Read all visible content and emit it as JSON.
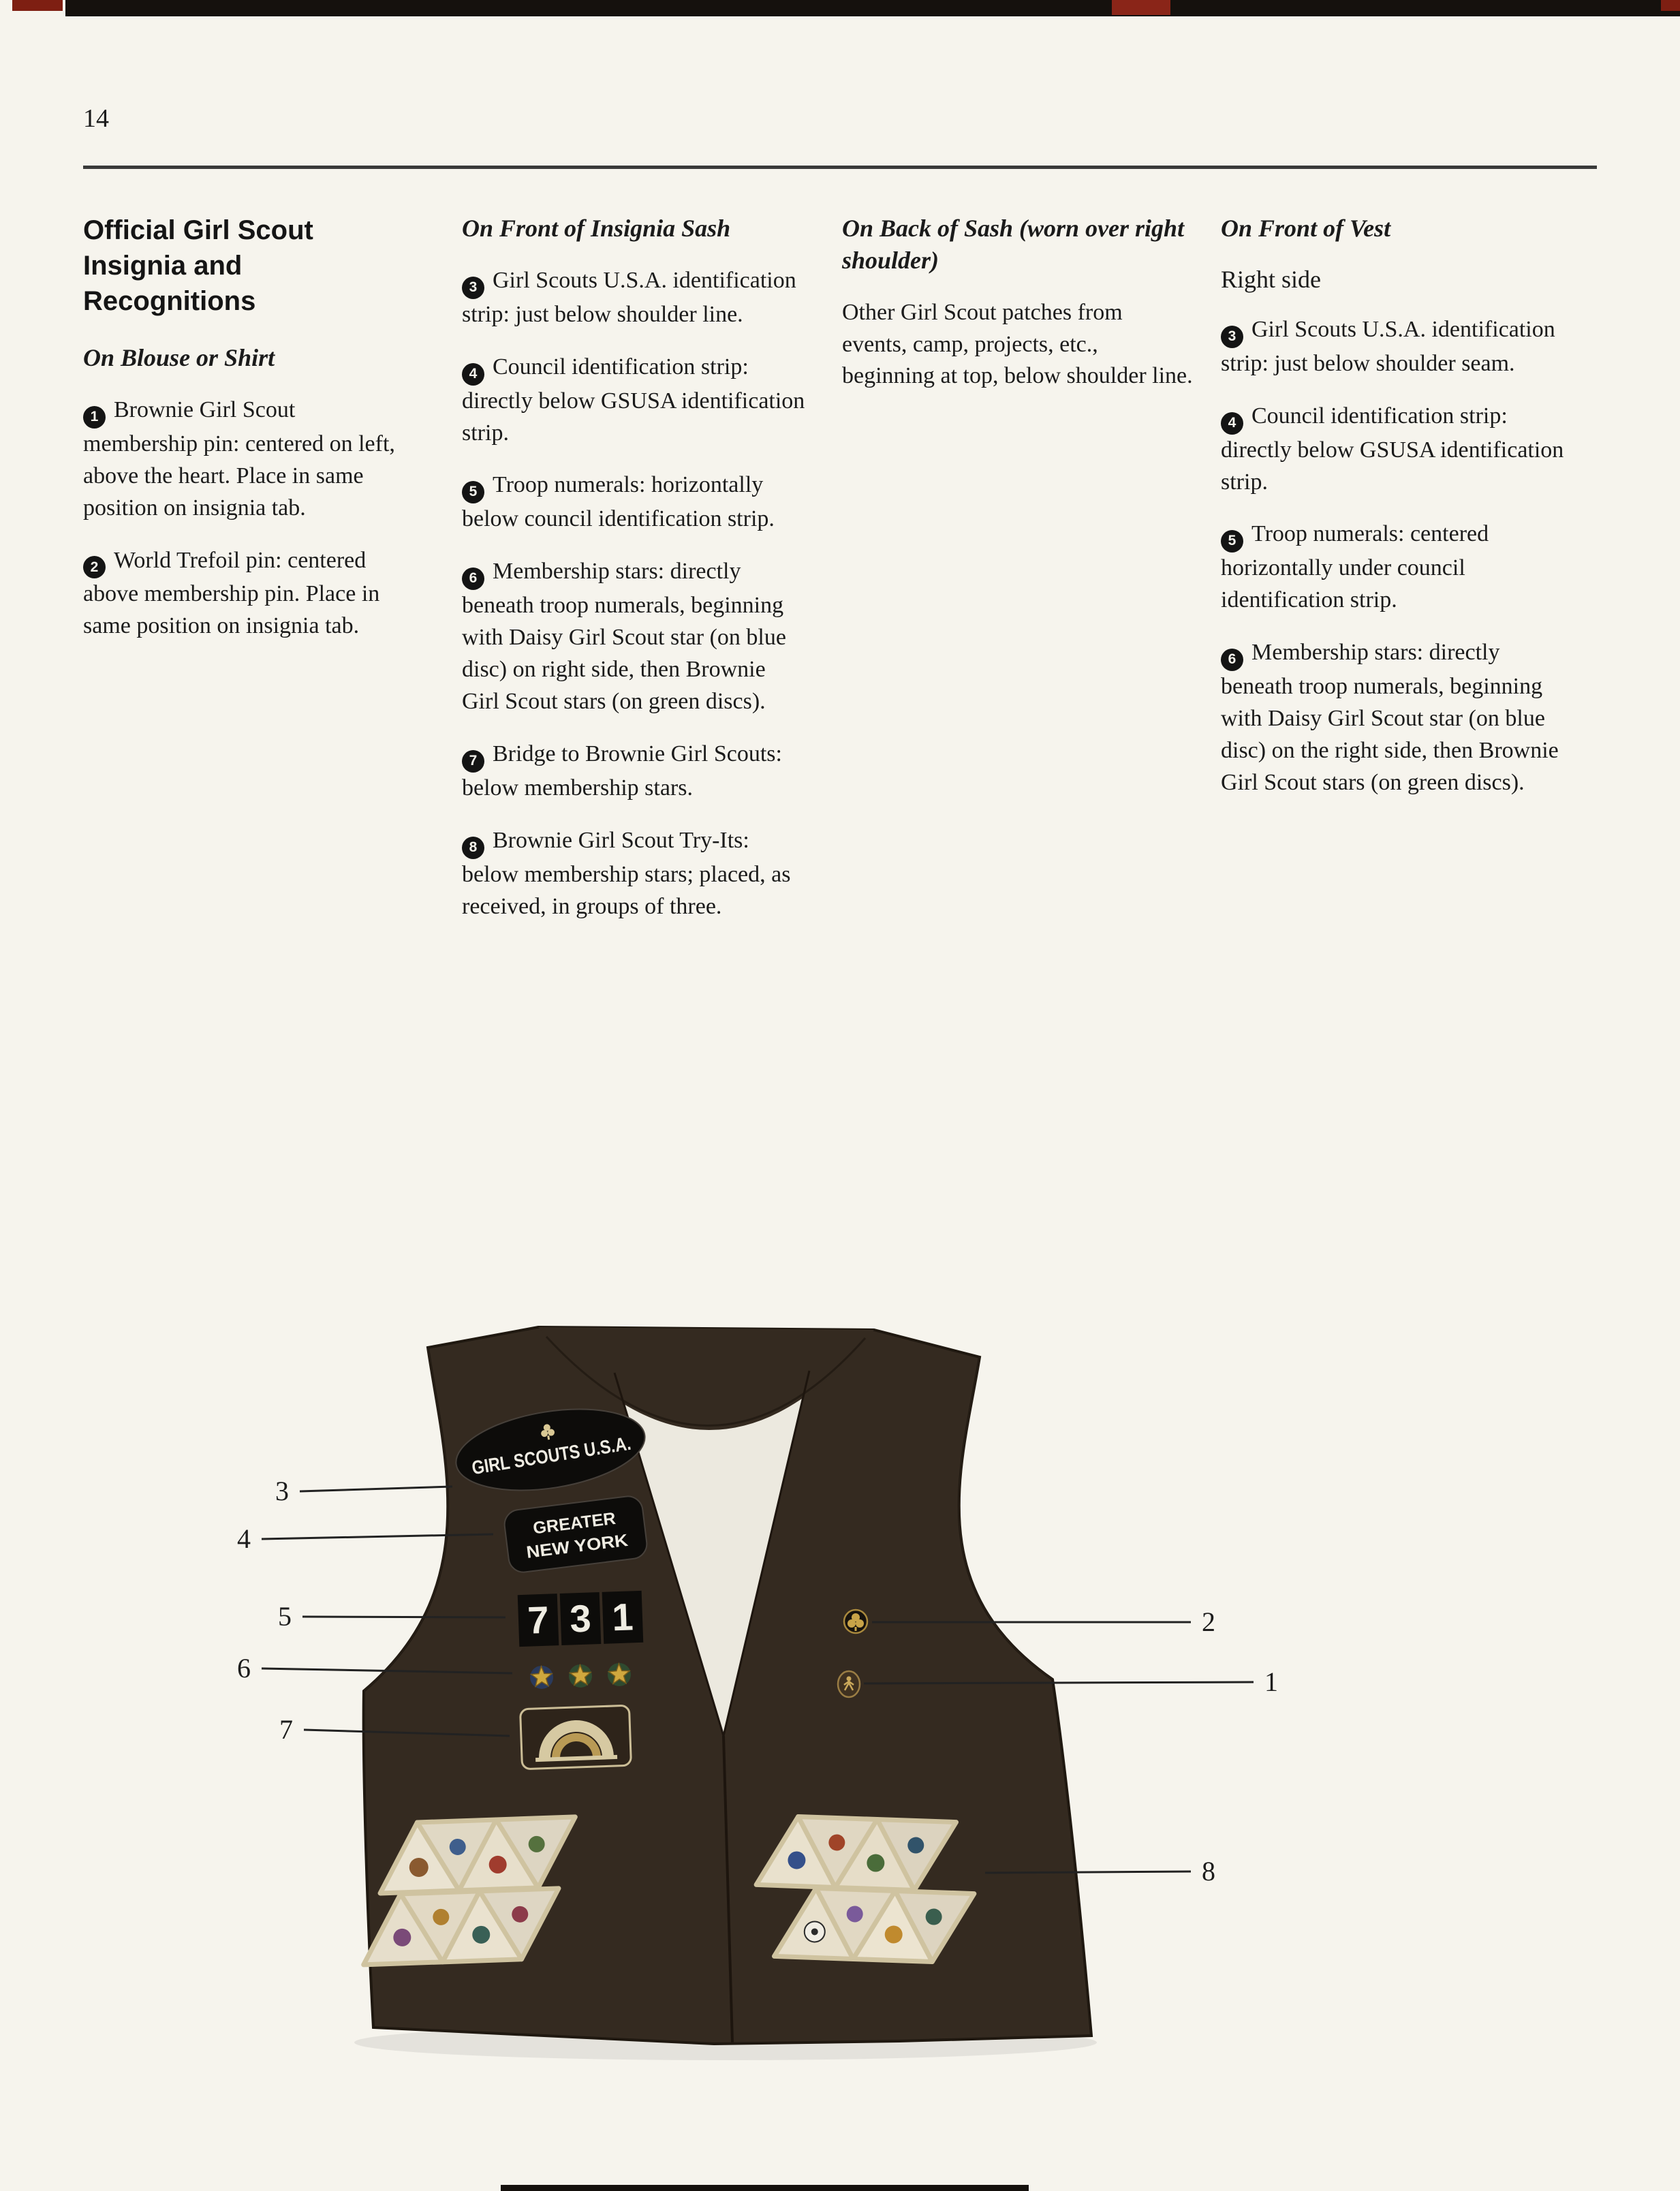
{
  "page": {
    "number": "14"
  },
  "columns": [
    {
      "heading": "Official Girl Scout Insignia and Recognitions",
      "subheading_italic": "On Blouse or Shirt",
      "items": [
        {
          "num": "1",
          "text": "Brownie Girl Scout membership pin: centered on left, above the heart. Place in same position on insignia tab."
        },
        {
          "num": "2",
          "text": "World Trefoil pin: centered above membership pin. Place in same position on insignia tab."
        }
      ]
    },
    {
      "heading_italic": "On Front of Insignia Sash",
      "items": [
        {
          "num": "3",
          "text": "Girl Scouts U.S.A. identification strip: just below shoulder line."
        },
        {
          "num": "4",
          "text": "Council identification strip: directly below GSUSA identification strip."
        },
        {
          "num": "5",
          "text": "Troop numerals: horizontally below council identification strip."
        },
        {
          "num": "6",
          "text": "Membership stars: directly beneath troop numerals, beginning with Daisy Girl Scout star (on blue disc) on right side, then Brownie Girl Scout stars (on green discs)."
        },
        {
          "num": "7",
          "text": "Bridge to Brownie Girl Scouts: below membership stars."
        },
        {
          "num": "8",
          "text": "Brownie Girl Scout Try-Its: below membership stars; placed, as received, in groups of three."
        }
      ]
    },
    {
      "heading_italic": "On Back of Sash (worn over right shoulder)",
      "paragraph": "Other Girl Scout patches from events, camp, projects, etc., beginning at top, below shoulder line."
    },
    {
      "heading_italic": "On Front of Vest",
      "subheading_plain": "Right side",
      "items": [
        {
          "num": "3",
          "text": "Girl Scouts U.S.A. identification strip: just below shoulder seam."
        },
        {
          "num": "4",
          "text": "Council identification strip: directly below GSUSA identification strip."
        },
        {
          "num": "5",
          "text": "Troop numerals: centered horizontally under council identification strip."
        },
        {
          "num": "6",
          "text": "Membership stars: directly beneath troop numerals, beginning with Daisy Girl Scout star (on blue disc) on the right side, then Brownie Girl Scout stars (on green discs)."
        }
      ]
    }
  ],
  "figure": {
    "patches": {
      "id_strip": "GIRL SCOUTS U.S.A.",
      "council_line1": "GREATER",
      "council_line2": "NEW YORK",
      "troop_digits": [
        "7",
        "3",
        "1"
      ]
    },
    "callouts_left": [
      "3",
      "4",
      "5",
      "6",
      "7"
    ],
    "callouts_right": [
      "2",
      "1",
      "8"
    ]
  },
  "colors": {
    "paper": "#f6f4ed",
    "ink": "#1b1b1b",
    "vest_brown": "#342a20",
    "patch_black": "#0d0c0a",
    "patch_text": "#efece2",
    "star_gold": "#cfa83e",
    "triangle_border": "#cfc3a0"
  }
}
